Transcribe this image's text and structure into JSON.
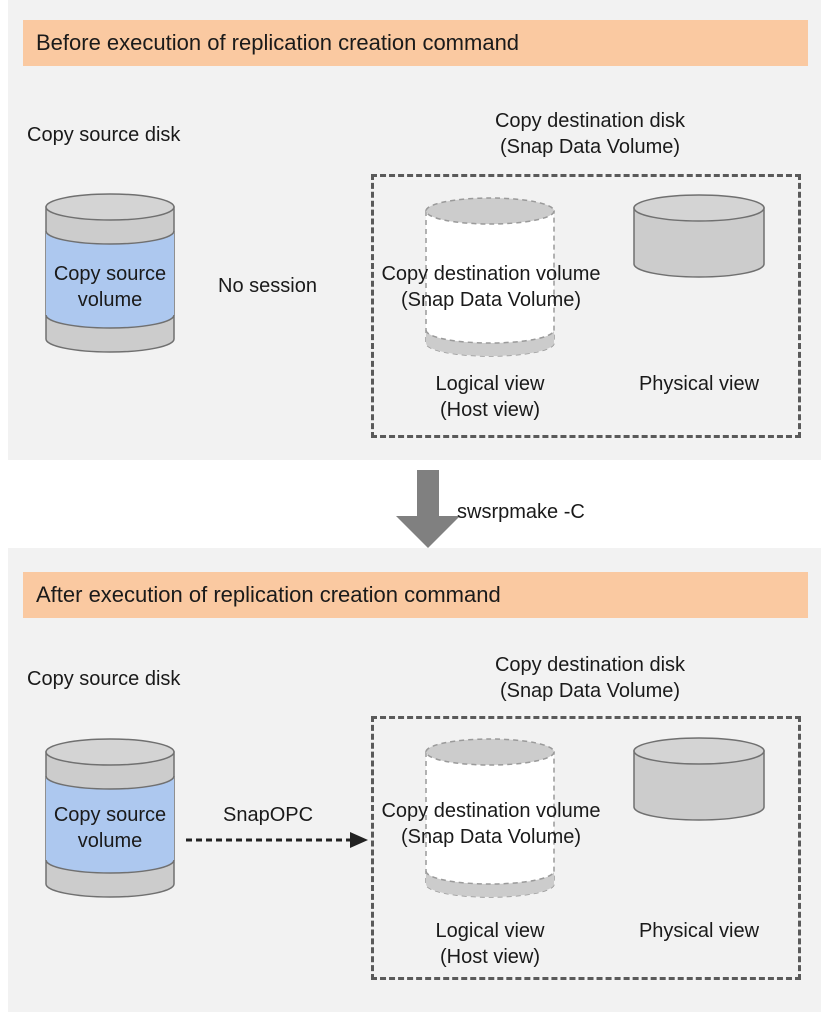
{
  "before": {
    "header": "Before execution of replication creation command",
    "source_disk_label": "Copy source disk",
    "source_volume_line1": "Copy source",
    "source_volume_line2": "volume",
    "relation_label": "No session",
    "dest_disk_line1": "Copy destination disk",
    "dest_disk_line2": "(Snap Data Volume)",
    "dest_volume_line1": "Copy destination volume",
    "dest_volume_line2": "(Snap Data Volume)",
    "logical_view_line1": "Logical view",
    "logical_view_line2": "(Host view)",
    "physical_view": "Physical view"
  },
  "transition": {
    "command": "swsrpmake -C"
  },
  "after": {
    "header": "After execution of replication creation command",
    "source_disk_label": "Copy source disk",
    "source_volume_line1": "Copy source",
    "source_volume_line2": "volume",
    "relation_label": "SnapOPC",
    "dest_disk_line1": "Copy destination disk",
    "dest_disk_line2": "(Snap Data Volume)",
    "dest_volume_line1": "Copy destination volume",
    "dest_volume_line2": "(Snap Data Volume)",
    "logical_view_line1": "Logical view",
    "logical_view_line2": "(Host view)",
    "physical_view": "Physical view"
  },
  "colors": {
    "panel_bg": "#f2f2f2",
    "header_bg": "#fac9a1",
    "volume_fill": "#adc8ef",
    "disk_fill": "#cccccc",
    "arrow": "#808080"
  }
}
